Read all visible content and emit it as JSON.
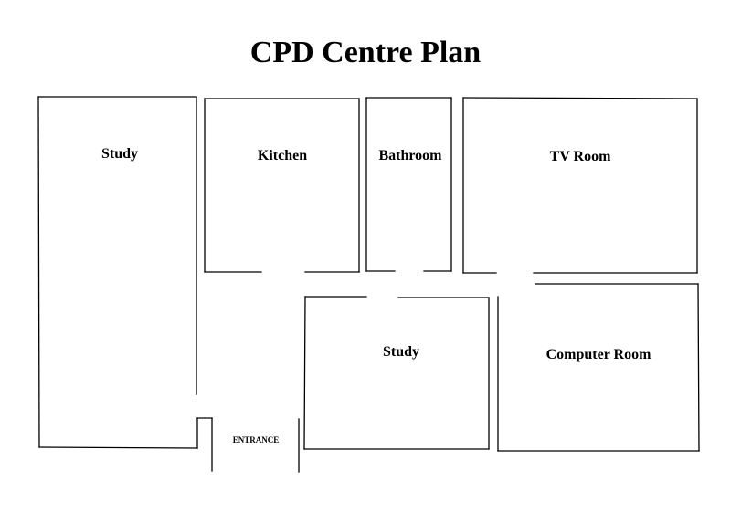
{
  "title": "CPD Centre Plan",
  "rooms": [
    {
      "id": "study-left",
      "label": "Study"
    },
    {
      "id": "kitchen",
      "label": "Kitchen"
    },
    {
      "id": "bathroom",
      "label": "Bathroom"
    },
    {
      "id": "tv-room",
      "label": "TV Room"
    },
    {
      "id": "study-center",
      "label": "Study"
    },
    {
      "id": "computer-room",
      "label": "Computer Room"
    }
  ],
  "entrance_label": "ENTRANCE"
}
